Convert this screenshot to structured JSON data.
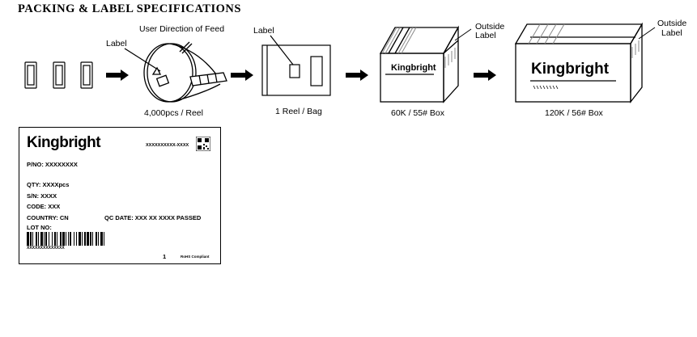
{
  "page_title": "PACKING & LABEL SPECIFICATIONS",
  "reel": {
    "feed_label": "User Direction of Feed",
    "label_callout": "Label",
    "caption": "4,000pcs / Reel"
  },
  "bag": {
    "label_callout": "Label",
    "caption": "1 Reel / Bag"
  },
  "box_small": {
    "brand": "Kingbright",
    "outside_label": [
      "Outside",
      "Label"
    ],
    "caption": "60K / 55# Box"
  },
  "box_large": {
    "brand": "Kingbright",
    "outside_label": [
      "Outside",
      "Label"
    ],
    "caption": "120K / 56# Box"
  },
  "label_card": {
    "brand": "Kingbright",
    "part_code": "XXXXXXXXXX-XXXX",
    "pno": "P/NO: XXXXXXXX",
    "qty": "QTY: XXXXpcs",
    "sn": "S/N: XXXX",
    "code": "CODE: XXX",
    "country": "COUNTRY: CN",
    "qc": "QC DATE: XXX XX XXXX  PASSED",
    "lot": "LOT NO:",
    "barcode_text": "XXXXXXXXXXXXXX",
    "page_no": "1",
    "rohs": "RoHS Compliant"
  },
  "colors": {
    "ink": "#000000",
    "paper": "#ffffff",
    "gray": "#888888"
  }
}
